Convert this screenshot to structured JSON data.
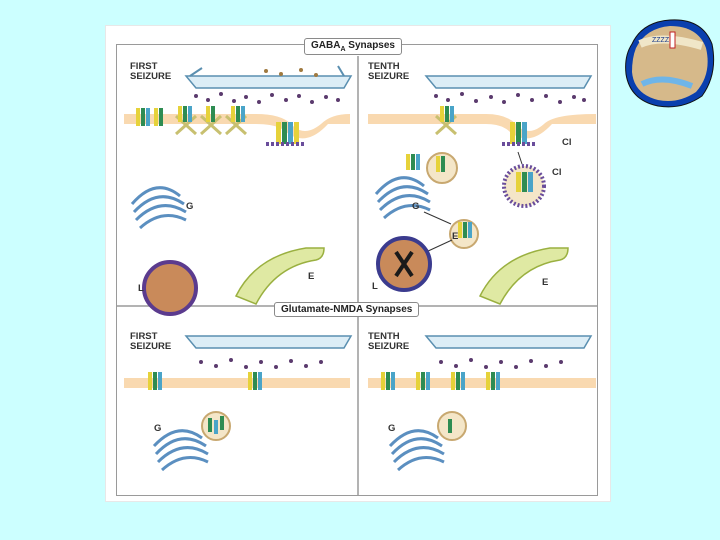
{
  "figure": {
    "gaba_header": "GABA",
    "gaba_header_sub": "A",
    "gaba_header_tail": " Synapses",
    "nmda_header": "Glutamate-NMDA Synapses",
    "first_seizure": "FIRST\nSEIZURE",
    "tenth_seizure": "TENTH\nSEIZURE",
    "label_g": "G",
    "label_l": "L",
    "label_e": "E",
    "label_cl": "Cl"
  },
  "colors": {
    "background": "#ccffff",
    "membrane": "#f9d9b0",
    "vesicle_terminal": "#dcedf6",
    "golgi": "#9fc2dc",
    "er": "#dfe9a3",
    "lysosome": "#c98a5a",
    "receptor_yellow": "#e6d23a",
    "receptor_green": "#2e8c52",
    "receptor_blue": "#4aa4c8",
    "clathrin_purple": "#6a4d9b"
  },
  "logo": {
    "text": "ZZZZ",
    "icon": "sleep-lighthouse-map-icon"
  }
}
